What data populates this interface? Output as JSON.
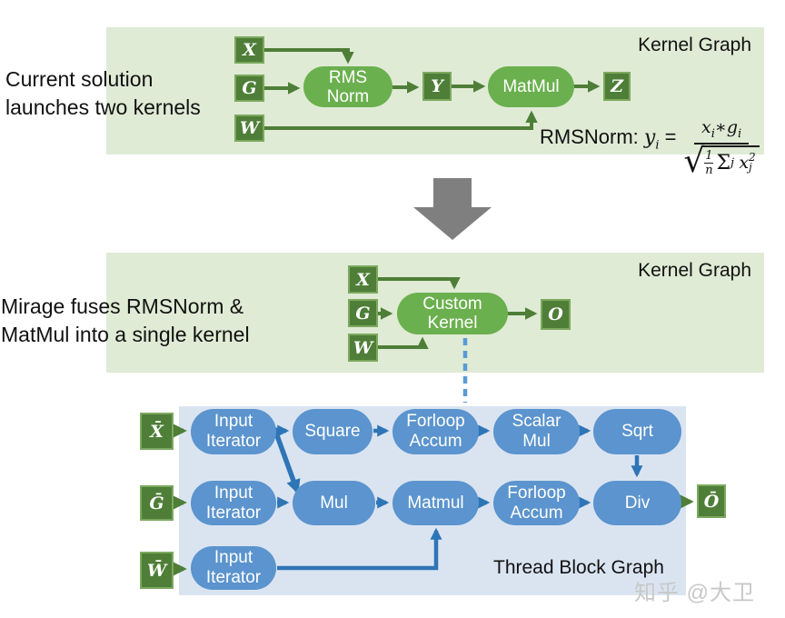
{
  "caption_top": [
    "Current solution",
    "launches two kernels"
  ],
  "caption_mid": [
    "Mirage fuses RMSNorm &",
    "MatMul into a single kernel"
  ],
  "kg1": {
    "title": "Kernel Graph",
    "x": "X",
    "g": "G",
    "w": "W",
    "y": "Y",
    "z": "Z",
    "rms": [
      "RMS",
      "Norm"
    ],
    "matmul": "MatMul"
  },
  "kg2": {
    "title": "Kernel Graph",
    "x": "X",
    "g": "G",
    "w": "W",
    "o": "O",
    "custom": [
      "Custom",
      "Kernel"
    ]
  },
  "formula": {
    "label": "RMSNorm:",
    "y": "y",
    "y_sub": "i",
    "eq": " =",
    "num_x": "x",
    "num_x_sub": "i",
    "star": "∗",
    "num_g": "g",
    "num_g_sub": "i",
    "radical": "√",
    "frac_num": "1",
    "frac_den": "n",
    "sigma": "Σ",
    "sigma_sub": "j",
    "den_x": "x",
    "den_x_sub": "j",
    "den_x_sup": "2"
  },
  "tbg": {
    "title": "Thread Block Graph",
    "in_x": "X̄",
    "in_g": "Ḡ",
    "in_w": "W̄",
    "out": "Ō",
    "input_iterator": [
      "Input",
      "Iterator"
    ],
    "square": "Square",
    "forloop": [
      "Forloop",
      "Accum"
    ],
    "scalar_mul": [
      "Scalar",
      "Mul"
    ],
    "sqrt": "Sqrt",
    "mul": "Mul",
    "matmul": "Matmul",
    "div": "Div"
  },
  "watermark": "知乎 @大卫",
  "colors": {
    "panel_green": "#dfebd5",
    "square_green": "#4e7e37",
    "node_green": "#6bb04e",
    "arrow_green": "#4e7e37",
    "panel_blue": "#dae4f1",
    "node_blue": "#5b94ce",
    "arrow_blue": "#2e75b6",
    "dashed_connector": "#5b9bd5",
    "big_arrow_gray": "#7f7f7f",
    "watermark_gray": "#c8c8c8"
  }
}
